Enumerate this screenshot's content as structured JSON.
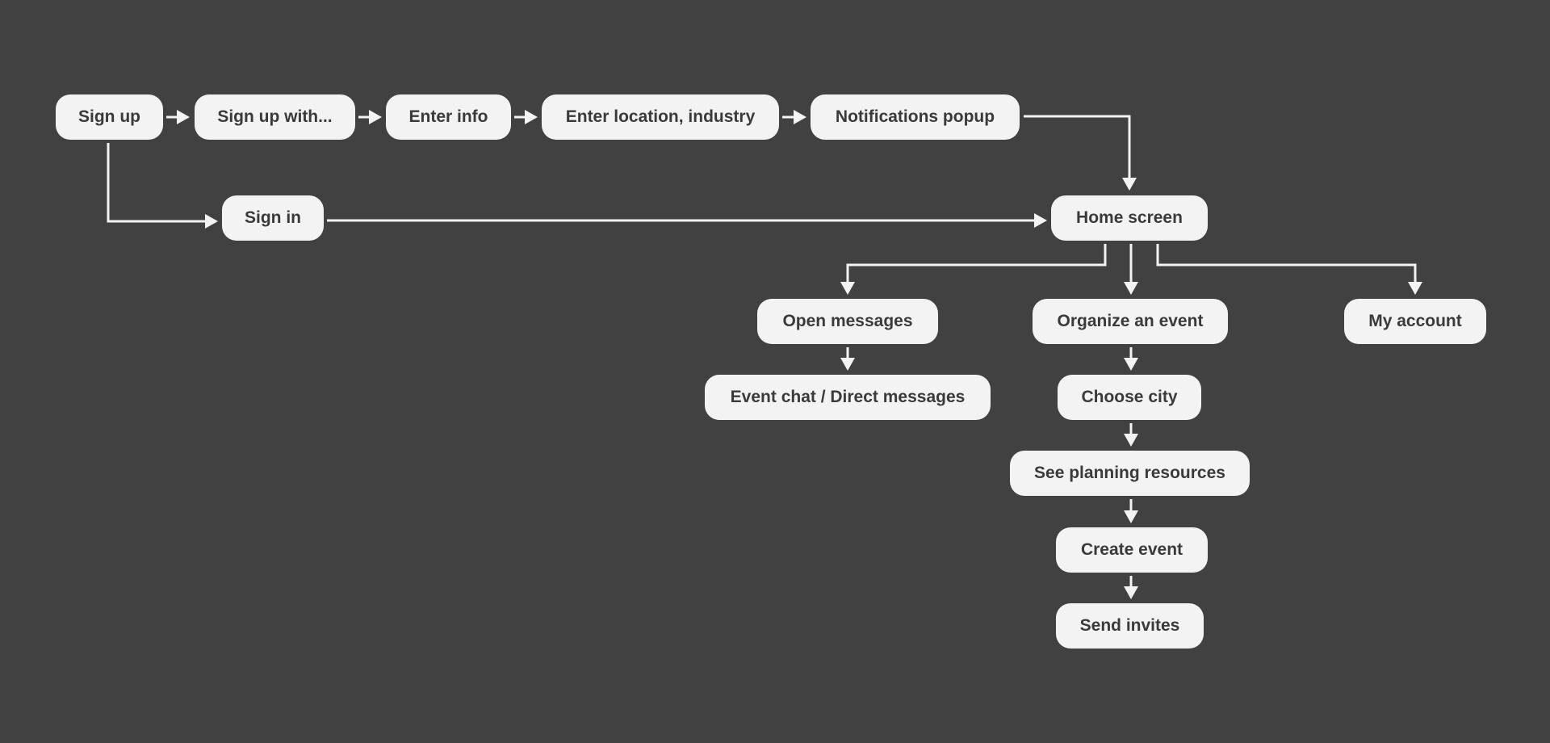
{
  "flow": {
    "nodes": [
      {
        "id": "sign-up",
        "label": "Sign up"
      },
      {
        "id": "sign-up-with",
        "label": "Sign up with..."
      },
      {
        "id": "enter-info",
        "label": "Enter info"
      },
      {
        "id": "enter-location-industry",
        "label": "Enter location, industry"
      },
      {
        "id": "notifications-popup",
        "label": "Notifications popup"
      },
      {
        "id": "sign-in",
        "label": "Sign in"
      },
      {
        "id": "home-screen",
        "label": "Home screen"
      },
      {
        "id": "open-messages",
        "label": "Open messages"
      },
      {
        "id": "organize-event",
        "label": "Organize an event"
      },
      {
        "id": "my-account",
        "label": "My account"
      },
      {
        "id": "event-chat",
        "label": "Event chat / Direct messages"
      },
      {
        "id": "choose-city",
        "label": "Choose city"
      },
      {
        "id": "planning-resources",
        "label": "See planning resources"
      },
      {
        "id": "create-event",
        "label": "Create event"
      },
      {
        "id": "send-invites",
        "label": "Send invites"
      }
    ],
    "edges": [
      {
        "from": "sign-up",
        "to": "sign-up-with"
      },
      {
        "from": "sign-up-with",
        "to": "enter-info"
      },
      {
        "from": "enter-info",
        "to": "enter-location-industry"
      },
      {
        "from": "enter-location-industry",
        "to": "notifications-popup"
      },
      {
        "from": "notifications-popup",
        "to": "home-screen"
      },
      {
        "from": "sign-up",
        "to": "sign-in"
      },
      {
        "from": "sign-in",
        "to": "home-screen"
      },
      {
        "from": "home-screen",
        "to": "open-messages"
      },
      {
        "from": "home-screen",
        "to": "organize-event"
      },
      {
        "from": "home-screen",
        "to": "my-account"
      },
      {
        "from": "open-messages",
        "to": "event-chat"
      },
      {
        "from": "organize-event",
        "to": "choose-city"
      },
      {
        "from": "choose-city",
        "to": "planning-resources"
      },
      {
        "from": "planning-resources",
        "to": "create-event"
      },
      {
        "from": "create-event",
        "to": "send-invites"
      }
    ]
  }
}
